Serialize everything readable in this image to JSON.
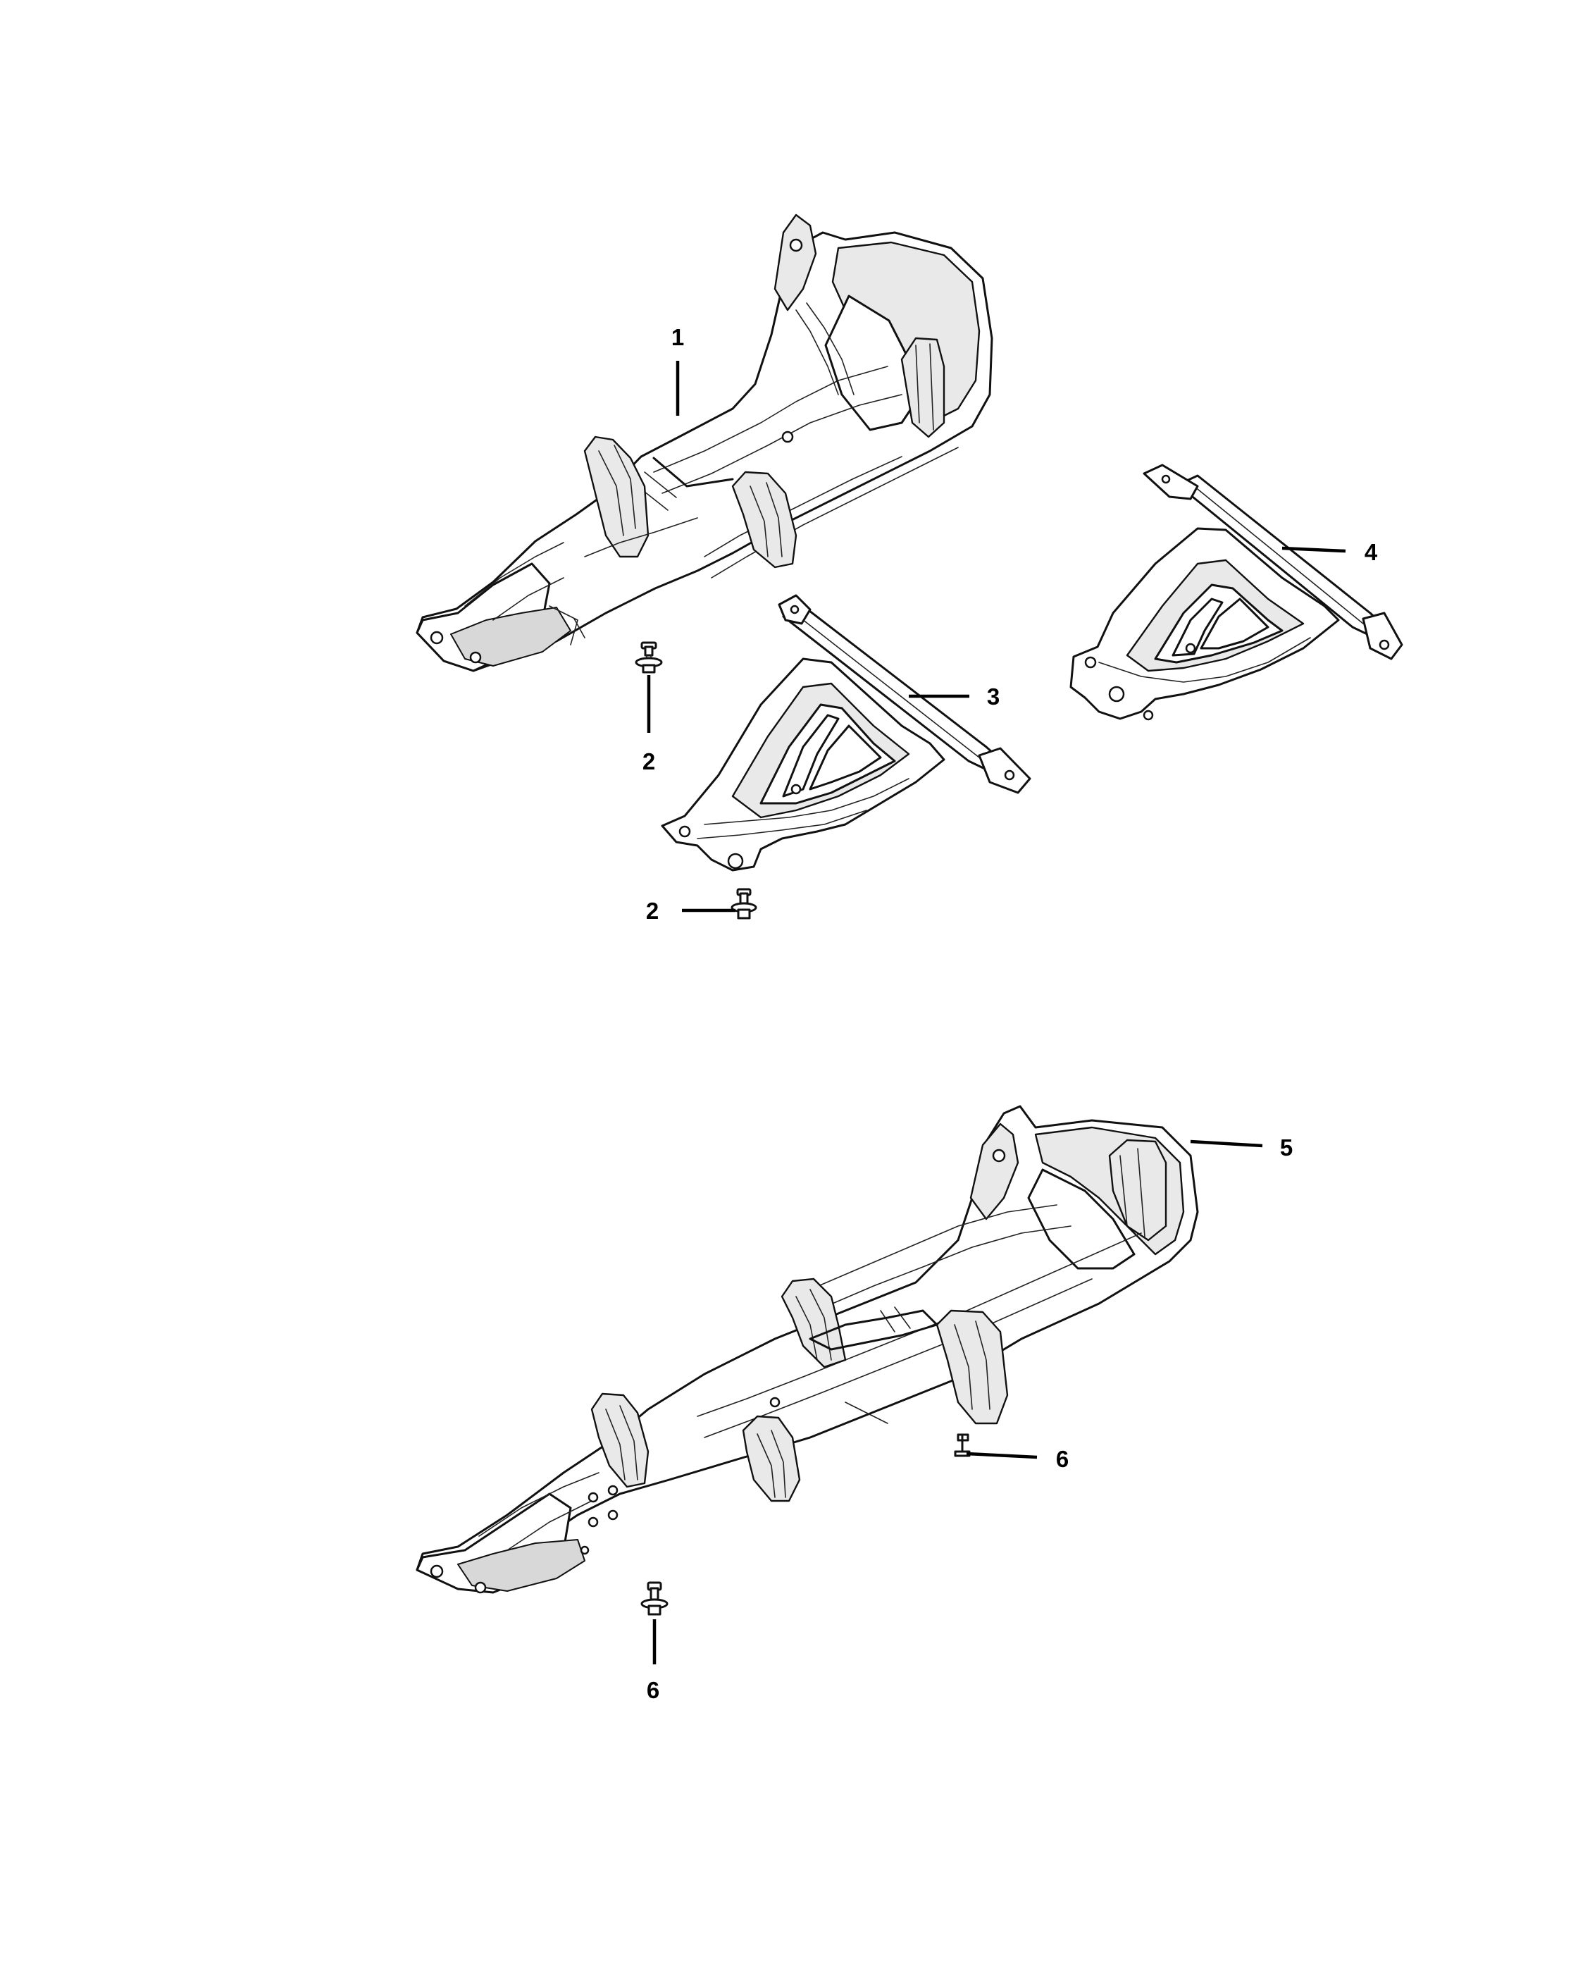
{
  "callouts": {
    "c1": "1",
    "c2a": "2",
    "c2b": "2",
    "c3": "3",
    "c4": "4",
    "c5": "5",
    "c6a": "6",
    "c6b": "6"
  },
  "colors": {
    "line": "#111111",
    "shade": "#e9e9e9",
    "background": "#ffffff"
  }
}
